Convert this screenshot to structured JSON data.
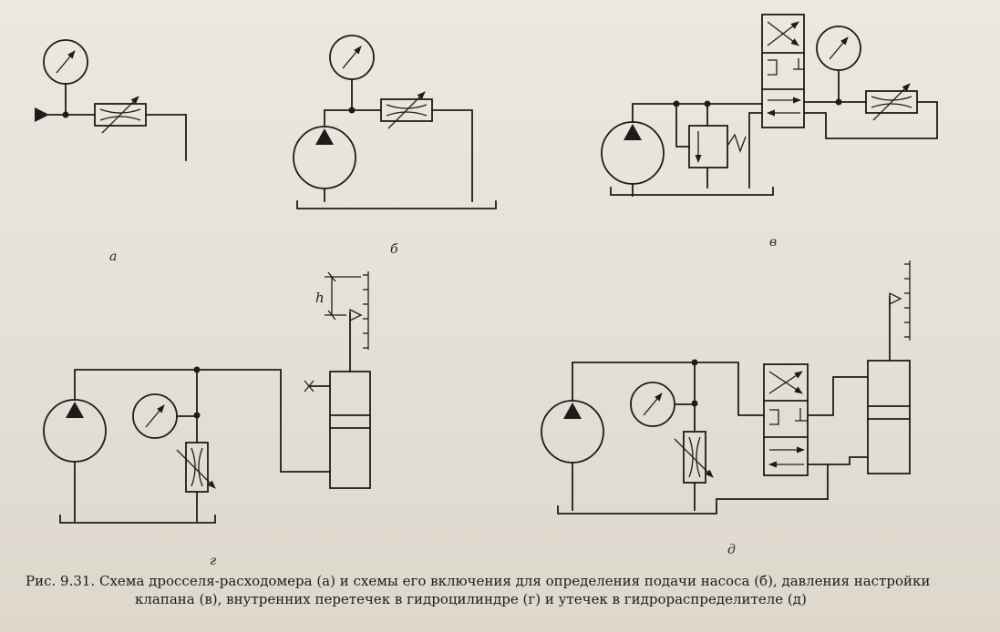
{
  "figure": {
    "subfigure_labels": {
      "a": "а",
      "b": "б",
      "v": "в",
      "g": "г",
      "d": "д"
    },
    "dimension_label": "h",
    "caption_line1": "Рис. 9.31. Схема дросселя-расходомера (а) и схемы его включения для определения подачи насоса (б), давления настройки",
    "caption_line2": "клапана (в), внутренних перетечек в гидроцилиндре (г) и утечек в гидрораспределителе (д)"
  }
}
